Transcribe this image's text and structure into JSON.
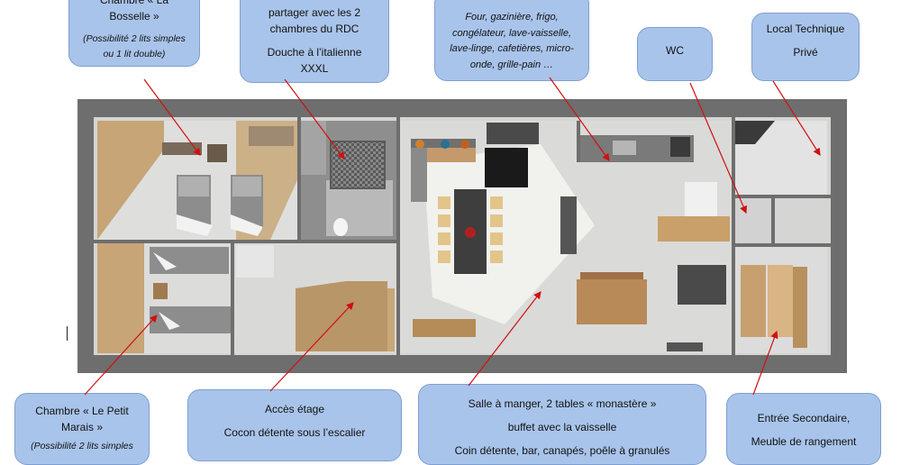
{
  "callouts": {
    "bosselle": {
      "title_line1": "Chambre « La",
      "title_line2": "Bosselle »",
      "note": "(Possibilité 2 lits simples ou 1 lit double)"
    },
    "douche": {
      "line1": "partager avec les 2",
      "line2": "chambres du RDC",
      "line3": "Douche à l’italienne",
      "line4": "XXXL"
    },
    "cuisine": {
      "text": "Four, gazinière, frigo, congélateur, lave-vaisselle, lave-linge, cafetières, micro-onde, grille-pain …"
    },
    "wc": {
      "text": "WC"
    },
    "local": {
      "line1": "Local Technique",
      "line2": "Privé"
    },
    "petit_marais": {
      "title_line1": "Chambre « Le Petit",
      "title_line2": "Marais »",
      "note": "(Possibilité 2 lits simples"
    },
    "acces": {
      "line1": "Accès étage",
      "line2": "Cocon détente sous l’escalier"
    },
    "salle": {
      "line1": "Salle à manger, 2 tables « monastère »",
      "line2": "buffet avec la vaisselle",
      "line3": "Coin détente, bar, canapés, poêle à granulés"
    },
    "entree": {
      "line1": "Entrée Secondaire,",
      "line2": "Meuble de rangement"
    }
  },
  "colors": {
    "callout_fill": "#a9c4ea",
    "callout_border": "#7d9fd0",
    "wall": "#6e6e6e",
    "floor": "#d8d8d6",
    "wood_floor": "#c8a877",
    "arrow": "#d01010"
  }
}
